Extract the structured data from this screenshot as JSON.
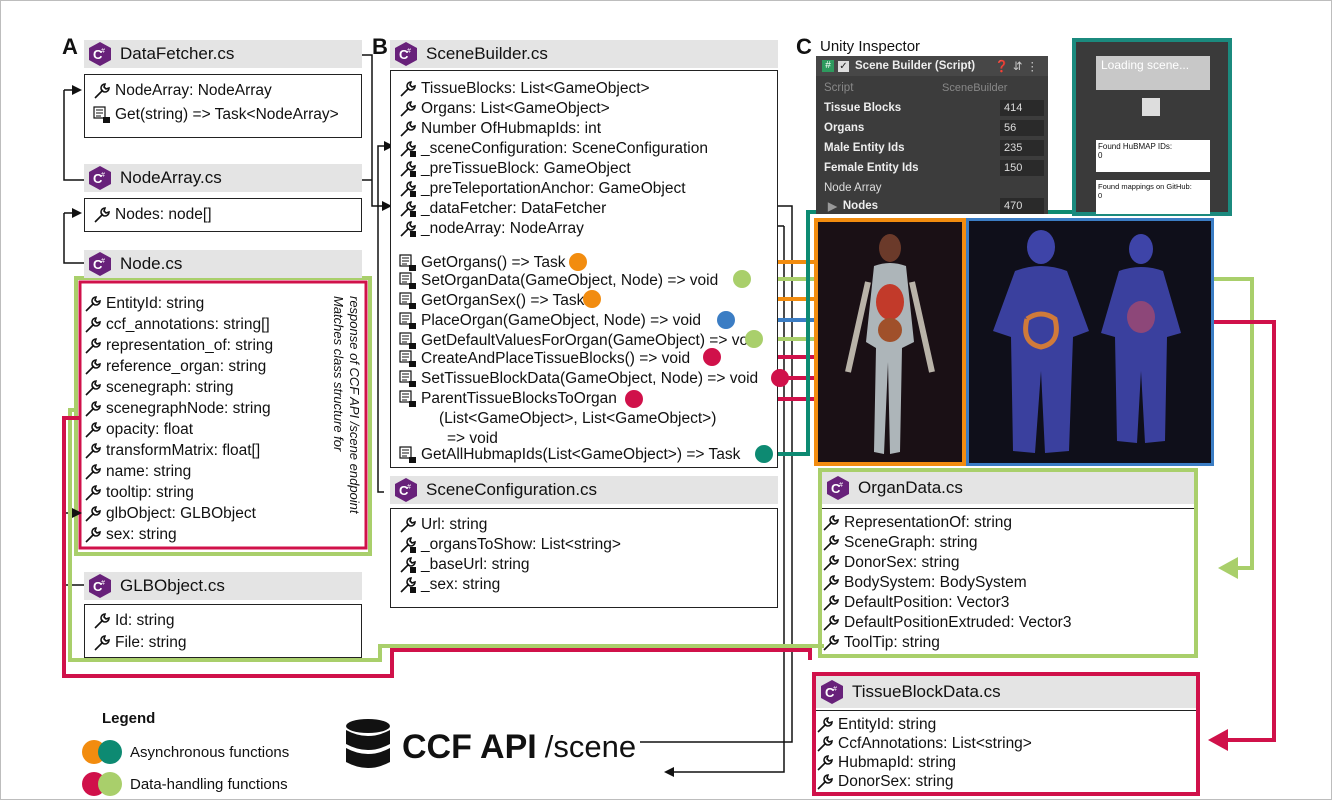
{
  "panels": {
    "a": "A",
    "b": "B",
    "c": "C"
  },
  "colors": {
    "async_orange": "#f28c0f",
    "async_teal": "#0d8a72",
    "data_red": "#d0114a",
    "data_green": "#a9cf6b",
    "blue": "#3b7dc4",
    "inspector_border": "#1b8a7e"
  },
  "data_fetcher": {
    "title": "DataFetcher.cs",
    "rows": [
      "NodeArray: NodeArray",
      "Get(string) => Task<NodeArray>"
    ]
  },
  "node_array": {
    "title": "NodeArray.cs",
    "rows": [
      "Nodes: node[]"
    ]
  },
  "node": {
    "title": "Node.cs",
    "rows": [
      "EntityId: string",
      "ccf_annotations: string[]",
      "representation_of: string",
      "reference_organ: string",
      "scenegraph: string",
      "scenegraphNode: string",
      "opacity: float",
      "transformMatrix: float[]",
      "name: string",
      "tooltip: string",
      "glbObject: GLBObject",
      "sex: string"
    ],
    "side_note_1": "Matches class structure for",
    "side_note_2": "response of CCF API /scene endpoint"
  },
  "glb": {
    "title": "GLBObject.cs",
    "rows": [
      "Id: string",
      "File: string"
    ]
  },
  "scene_builder": {
    "title": "SceneBuilder.cs",
    "fields": [
      "TissueBlocks: List<GameObject>",
      "Organs: List<GameObject>",
      "Number OfHubmapIds: int",
      "_sceneConfiguration: SceneConfiguration",
      "_preTissueBlock: GameObject",
      "_preTeleportationAnchor: GameObject",
      "_dataFetcher: DataFetcher",
      "_nodeArray: NodeArray"
    ],
    "methods": [
      "GetOrgans() => Task",
      "SetOrganData(GameObject, Node) => void",
      "GetOrganSex() => Task",
      "PlaceOrgan(GameObject, Node) => void",
      "GetDefaultValuesForOrgan(GameObject) => void",
      "CreateAndPlaceTissueBlocks() => void",
      "SetTissueBlockData(GameObject, Node) => void",
      "ParentTissueBlocksToOrgan",
      "(List<GameObject>, List<GameObject>)",
      "=> void",
      "GetAllHubmapIds(List<GameObject>) => Task"
    ]
  },
  "scene_config": {
    "title": "SceneConfiguration.cs",
    "rows": [
      "Url: string",
      "_organsToShow: List<string>",
      "_baseUrl: string",
      "_sex: string"
    ]
  },
  "inspector": {
    "caption": "Unity Inspector",
    "header": "Scene Builder (Script)",
    "script_label": "Script",
    "script_value": "SceneBuilder",
    "rows": [
      {
        "label": "Tissue Blocks",
        "value": "414"
      },
      {
        "label": "Organs",
        "value": "56"
      },
      {
        "label": "Male Entity Ids",
        "value": "235"
      },
      {
        "label": "Female Entity Ids",
        "value": "150"
      }
    ],
    "node_array_label": "Node Array",
    "nodes_label": "Nodes",
    "nodes_value": "470"
  },
  "vr_panel": {
    "loading": "Loading scene...",
    "found_ids": "Found HuBMAP IDs:",
    "found_ids_count": "0",
    "found_map": "Found mappings on GitHub:",
    "found_map_count": "0"
  },
  "organ_data": {
    "title": "OrganData.cs",
    "rows": [
      "RepresentationOf: string",
      "SceneGraph: string",
      "DonorSex: string",
      "BodySystem: BodySystem",
      "DefaultPosition: Vector3",
      "DefaultPositionExtruded: Vector3",
      "ToolTip: string"
    ]
  },
  "tissue_block_data": {
    "title": "TissueBlockData.cs",
    "rows": [
      "EntityId: string",
      "CcfAnnotations: List<string>",
      "HubmapId: string",
      "DonorSex: string"
    ]
  },
  "api": {
    "bold": "CCF API",
    "rest": "/scene"
  },
  "legend": {
    "title": "Legend",
    "async": "Asynchronous functions",
    "data": "Data-handling functions"
  }
}
